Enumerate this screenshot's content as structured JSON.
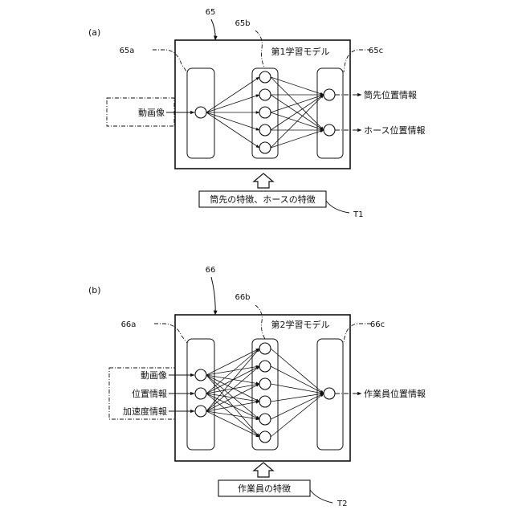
{
  "panels": [
    {
      "label": "(a)",
      "model_ref": "65",
      "input_layer_ref": "65a",
      "hidden_layer_ref": "65b",
      "output_layer_ref": "65c",
      "model_title": "第1学習モデル",
      "inputs": [
        "動画像"
      ],
      "outputs": [
        "筒先位置情報",
        "ホース位置情報"
      ],
      "hidden_node_count": 5,
      "feature_label": "筒先の特徴、ホースの特徴",
      "feature_ref": "T1"
    },
    {
      "label": "(b)",
      "model_ref": "66",
      "input_layer_ref": "66a",
      "hidden_layer_ref": "66b",
      "output_layer_ref": "66c",
      "model_title": "第2学習モデル",
      "inputs": [
        "動画像",
        "位置情報",
        "加速度情報"
      ],
      "outputs": [
        "作業員位置情報"
      ],
      "hidden_node_count": 6,
      "feature_label": "作業員の特徴",
      "feature_ref": "T2"
    }
  ]
}
